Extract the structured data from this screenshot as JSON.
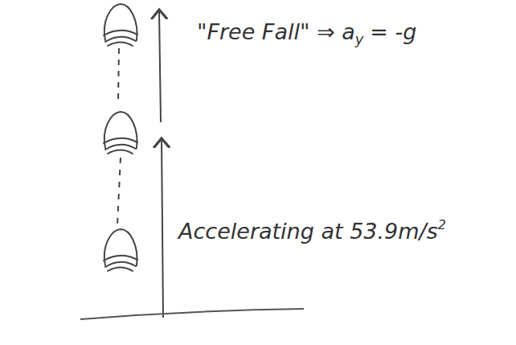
{
  "diagram": {
    "labels": [
      "\"Free Fall\" ⇒ a",
      "y",
      "= -g",
      "Accelerating at 53.9m/s",
      "2"
    ]
  }
}
